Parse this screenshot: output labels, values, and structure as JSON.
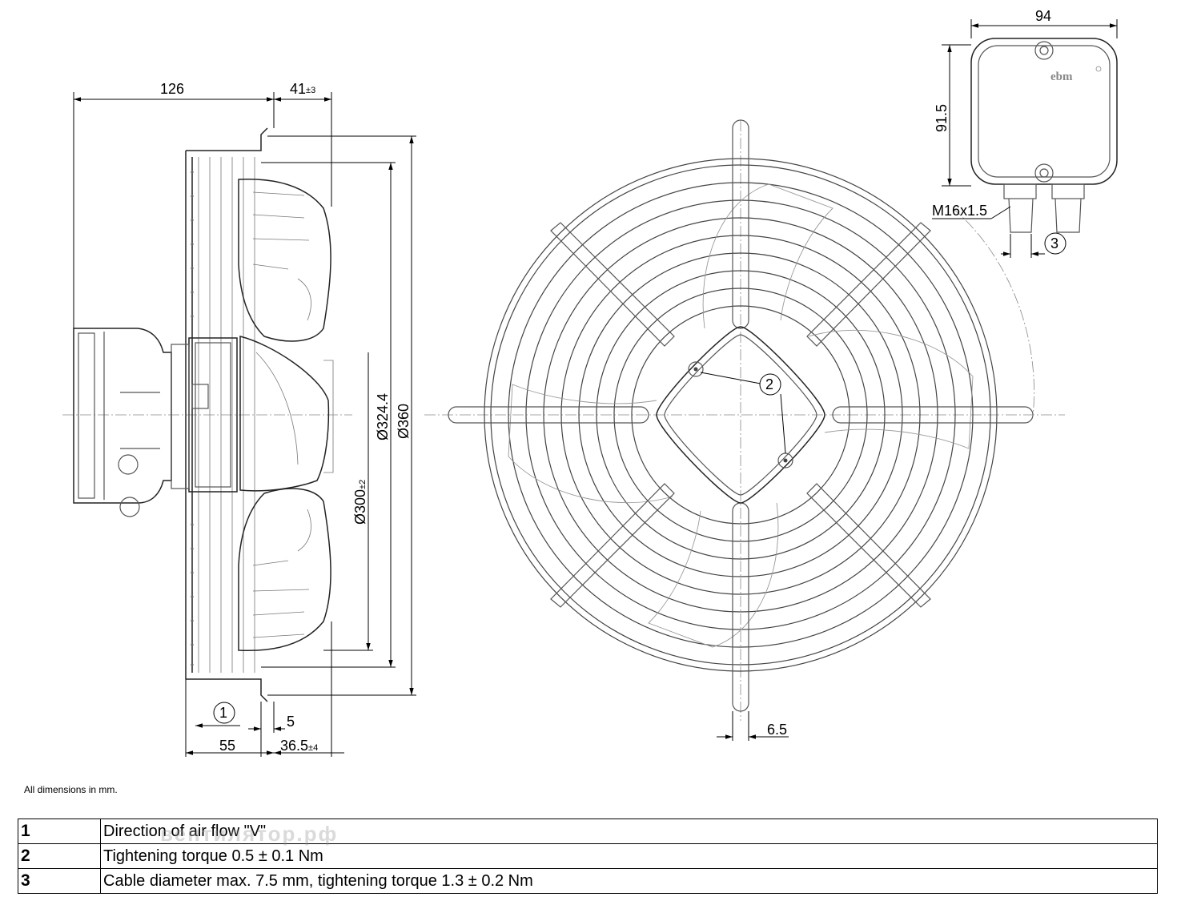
{
  "side_view": {
    "dim_126": "126",
    "dim_41": "41",
    "dim_41_tol": "±3",
    "dim_55": "55",
    "dim_5": "5",
    "dim_36_5": "36.5",
    "dim_36_5_tol": "±4",
    "dim_d300": "Ø300",
    "dim_d300_tol": "±2",
    "dim_d324": "Ø324.4",
    "dim_d360": "Ø360",
    "balloon_1": "1"
  },
  "front_view": {
    "dim_6_5": "6.5",
    "balloon_2": "2"
  },
  "terminal_box": {
    "dim_94": "94",
    "dim_91_5": "91.5",
    "thread": "M16x1.5",
    "balloon_3": "3",
    "logo": "ebm"
  },
  "note": "All dimensions in mm.",
  "legend": [
    {
      "num": "1",
      "text": "Direction of air flow \"V\""
    },
    {
      "num": "2",
      "text": "Tightening torque 0.5 ± 0.1 Nm"
    },
    {
      "num": "3",
      "text": "Cable diameter max. 7.5 mm, tightening torque 1.3 ± 0.2 Nm"
    }
  ],
  "watermark": "вентилятор.рф"
}
